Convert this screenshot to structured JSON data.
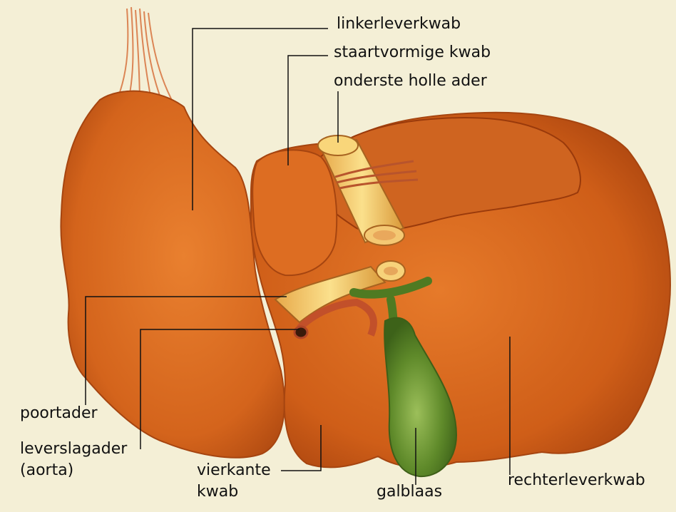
{
  "labels": {
    "linkerleverkwab": "linkerleverkwab",
    "staartvormige_kwab": "staartvormige kwab",
    "onderste_holle_ader": "onderste holle ader",
    "poortader": "poortader",
    "leverslagader_1": "leverslagader",
    "leverslagader_2": "(aorta)",
    "vierkante_kwab_1": "vierkante",
    "vierkante_kwab_2": "kwab",
    "galblaas": "galblaas",
    "rechterleverkwab": "rechterleverkwab"
  },
  "colors": {
    "background": "#f4efd6",
    "liver": "#d9661c",
    "liver_dark": "#a8420c",
    "vein": "#f3c46a",
    "gallbladder": "#5f8a2a",
    "leader_line": "#111111"
  }
}
